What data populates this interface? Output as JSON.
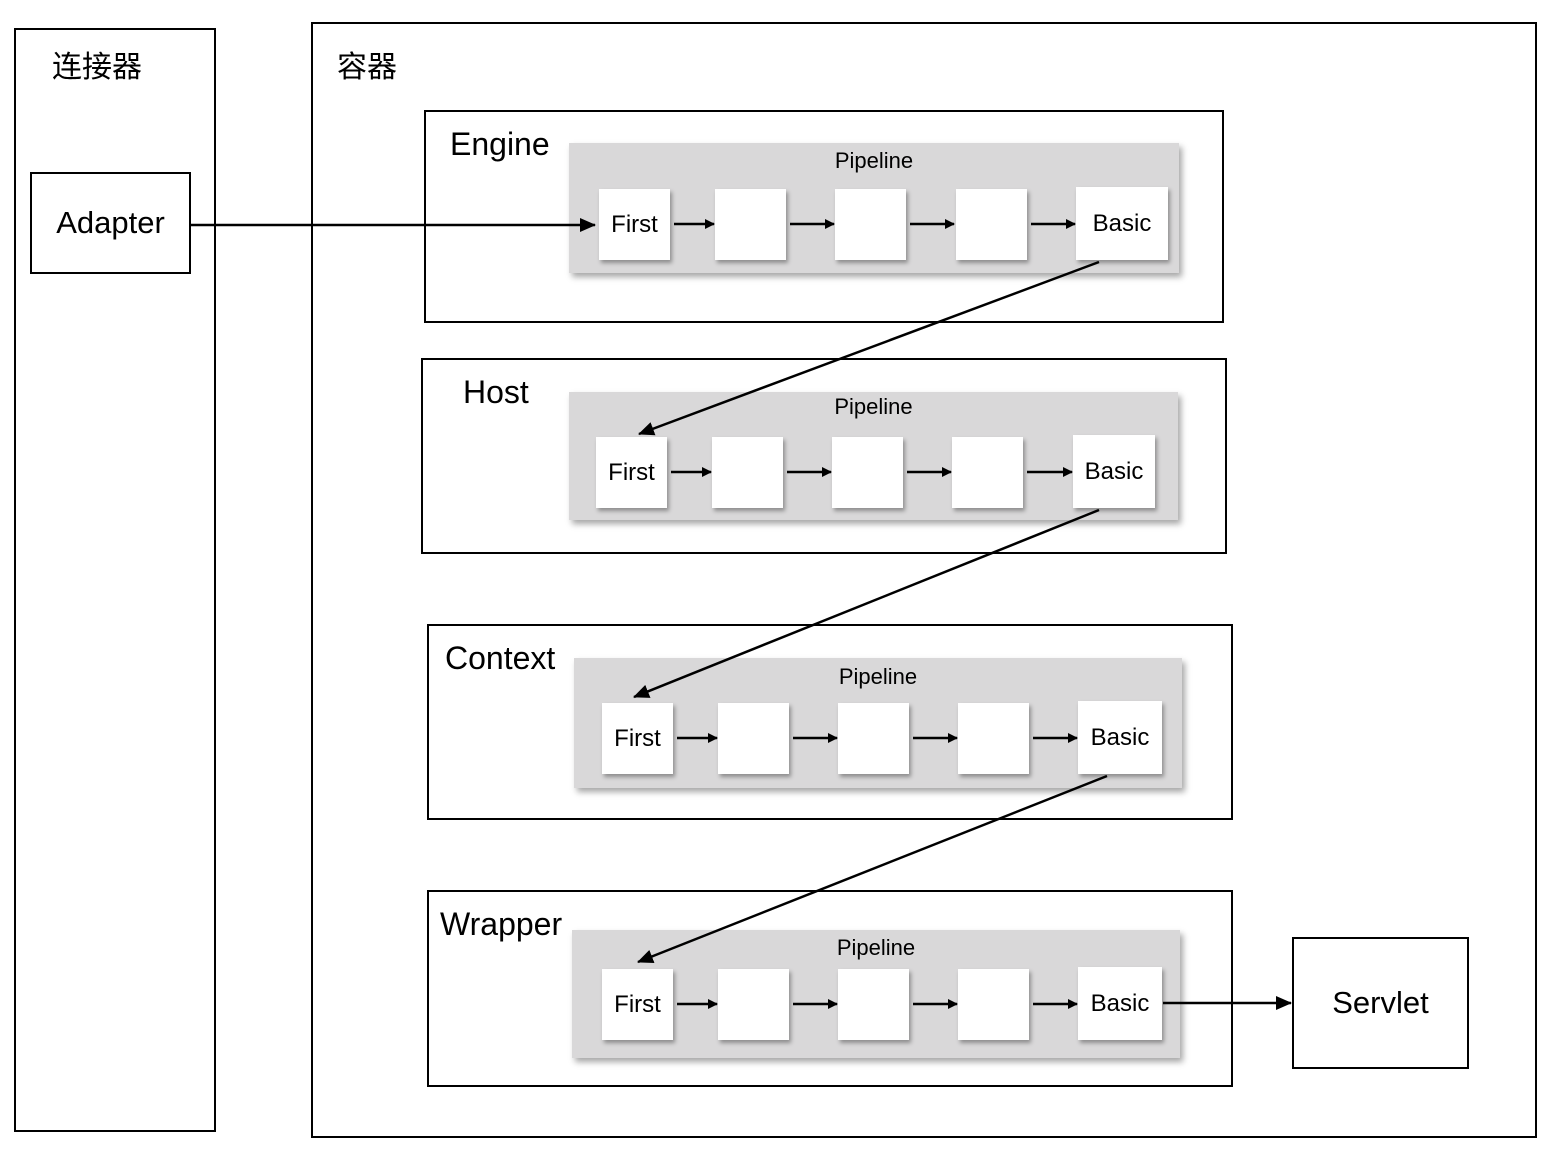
{
  "connector": {
    "title": "连接器",
    "adapter_label": "Adapter"
  },
  "container": {
    "title": "容器"
  },
  "layers": [
    {
      "name": "Engine",
      "pipeline_label": "Pipeline",
      "first_label": "First",
      "basic_label": "Basic"
    },
    {
      "name": "Host",
      "pipeline_label": "Pipeline",
      "first_label": "First",
      "basic_label": "Basic"
    },
    {
      "name": "Context",
      "pipeline_label": "Pipeline",
      "first_label": "First",
      "basic_label": "Basic"
    },
    {
      "name": "Wrapper",
      "pipeline_label": "Pipeline",
      "first_label": "First",
      "basic_label": "Basic"
    }
  ],
  "servlet_label": "Servlet",
  "colors": {
    "pipeline_bg": "#d9d8d9",
    "valve_bg": "#ffffff",
    "stroke": "#000000"
  }
}
